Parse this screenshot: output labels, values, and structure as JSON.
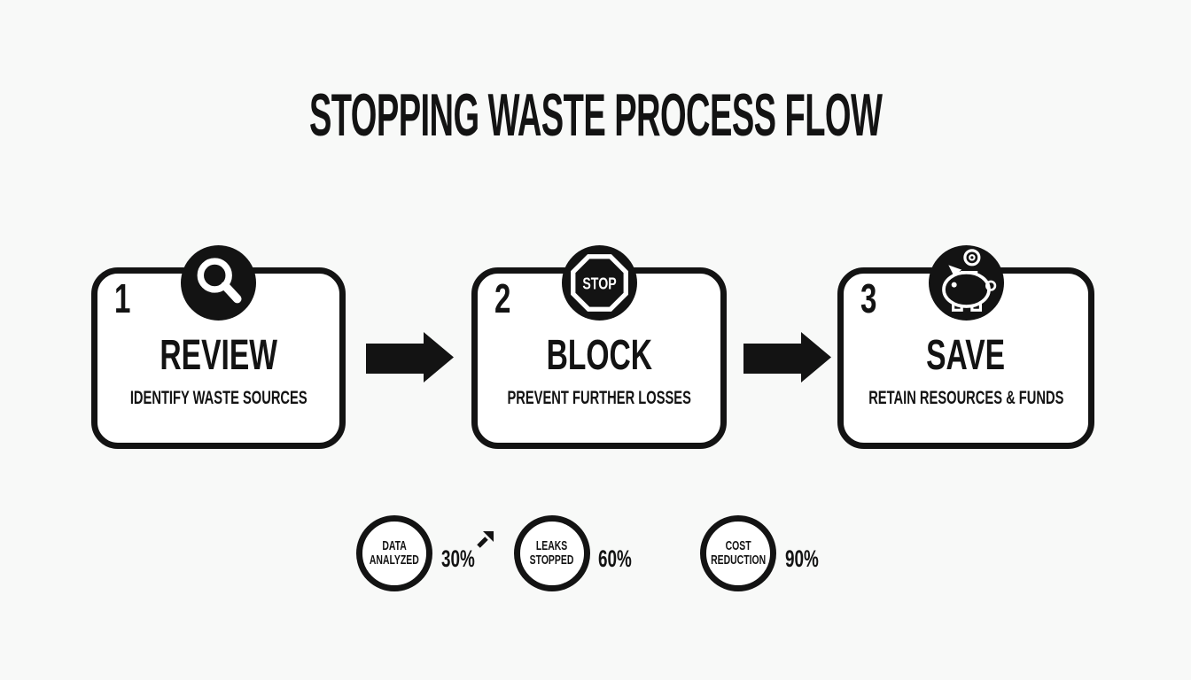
{
  "title": "STOPPING WASTE PROCESS FLOW",
  "colors": {
    "ink": "#131313",
    "paper": "#f8f9f8",
    "card": "#ffffff"
  },
  "steps": [
    {
      "number": "1",
      "icon": "magnifier-icon",
      "title": "REVIEW",
      "subtitle": "IDENTIFY WASTE SOURCES"
    },
    {
      "number": "2",
      "icon": "stop-sign-icon",
      "stop_label": "STOP",
      "title": "BLOCK",
      "subtitle": "PREVENT FURTHER LOSSES"
    },
    {
      "number": "3",
      "icon": "piggy-bank-icon",
      "title": "SAVE",
      "subtitle": "RETAIN RESOURCES & FUNDS"
    }
  ],
  "stats": [
    {
      "line1": "DATA",
      "line2": "ANALYZED",
      "value": "30%"
    },
    {
      "line1": "LEAKS",
      "line2": "STOPPED",
      "value": "60%"
    },
    {
      "line1": "COST",
      "line2": "REDUCTION",
      "value": "90%"
    }
  ]
}
